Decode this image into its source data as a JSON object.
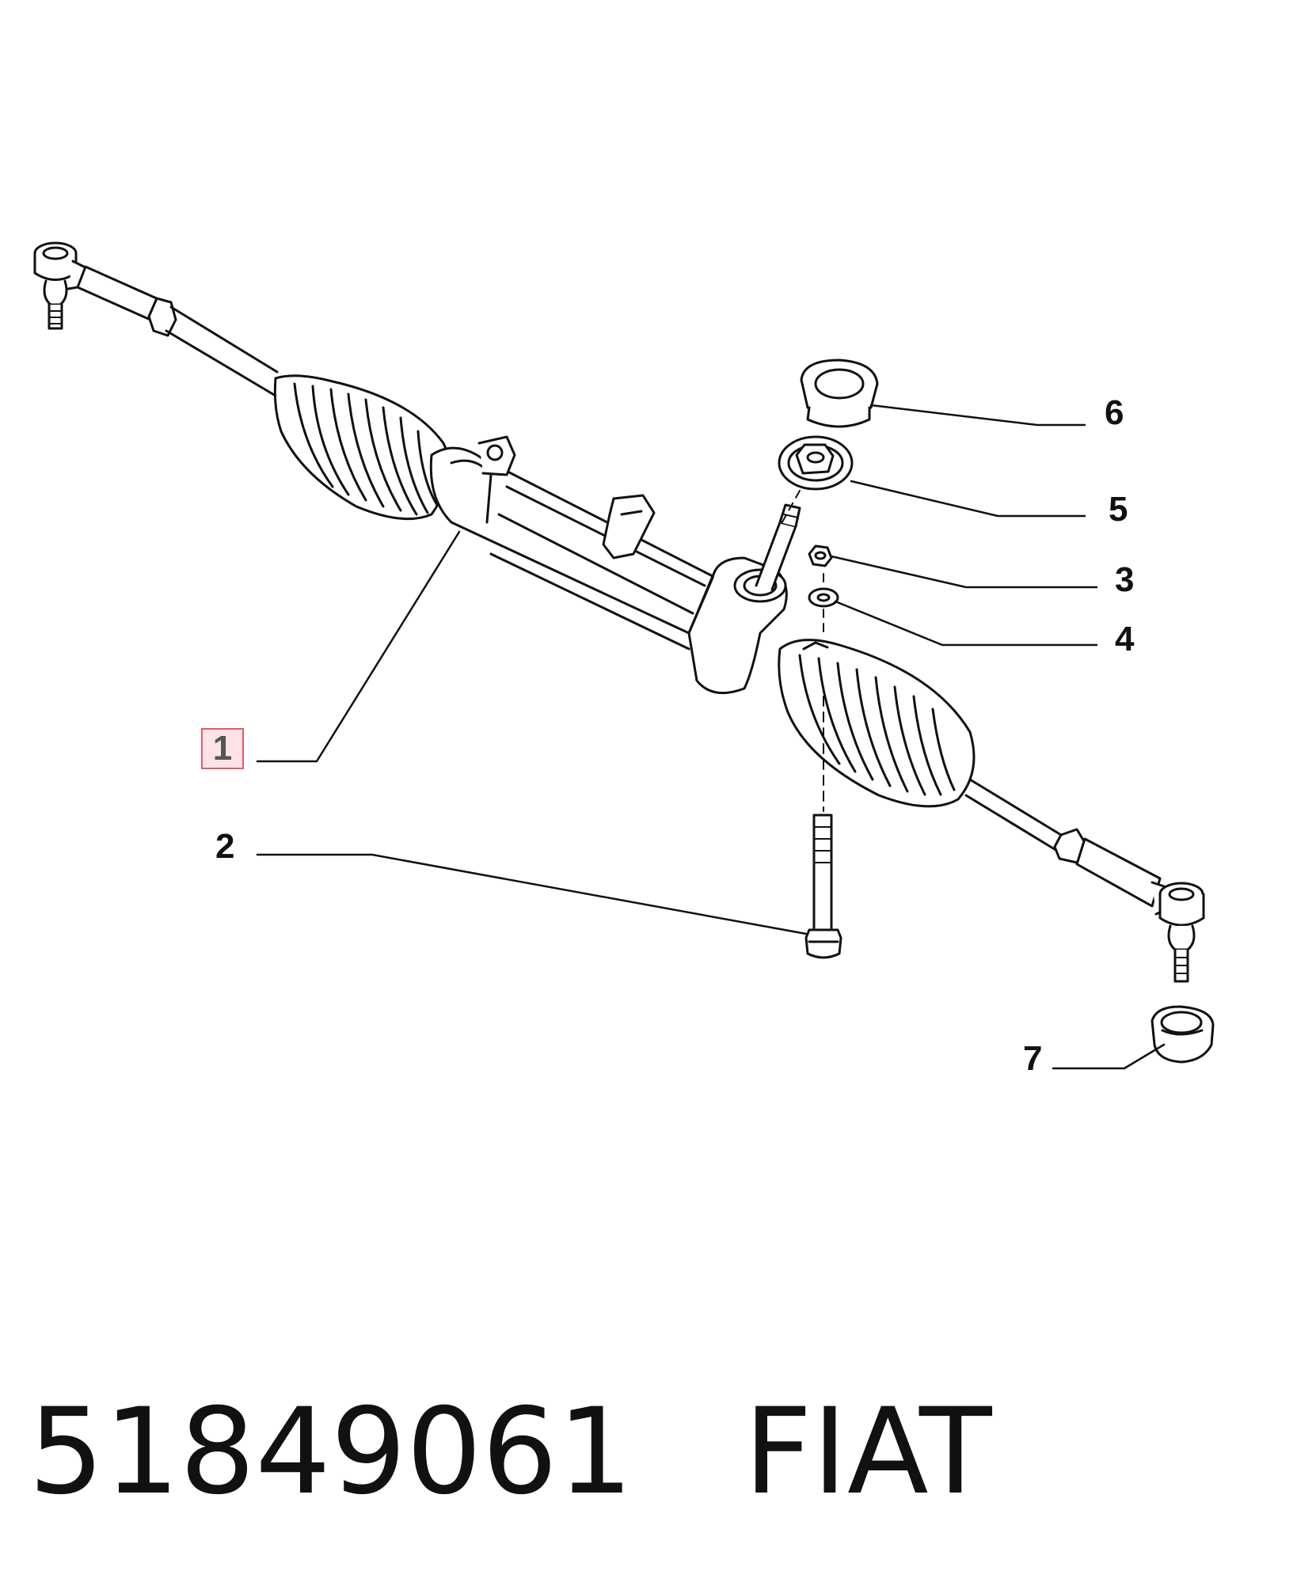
{
  "callouts": {
    "c1": "1",
    "c2": "2",
    "c3": "3",
    "c4": "4",
    "c5": "5",
    "c6": "6",
    "c7": "7"
  },
  "highlighted_part": "1",
  "caption": {
    "part_number": "51849061",
    "brand": "FIAT"
  },
  "colors": {
    "line": "#111111",
    "highlight_fill": "#fde3e6",
    "highlight_border": "#e35a66"
  }
}
